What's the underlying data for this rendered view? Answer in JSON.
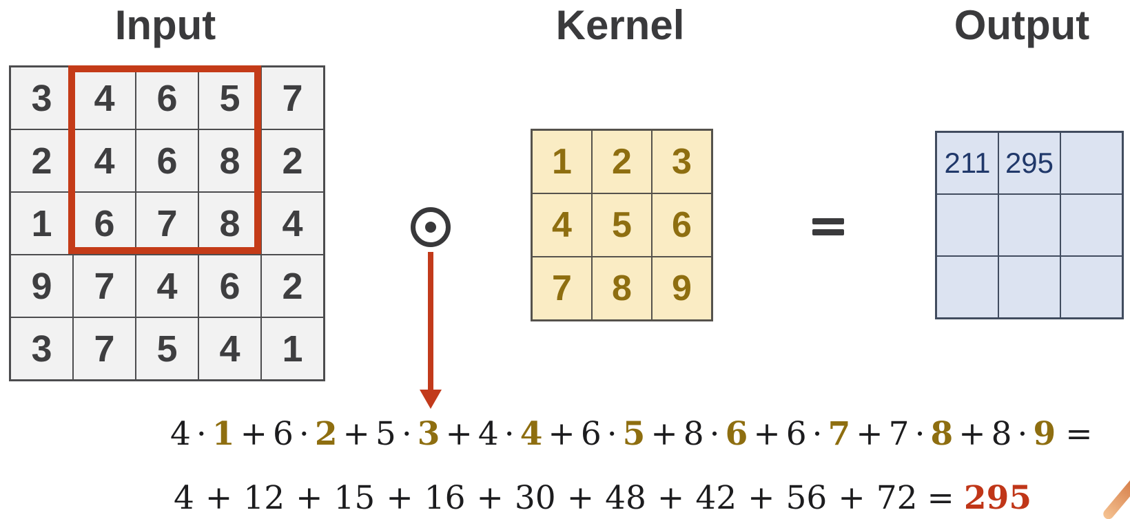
{
  "titles": {
    "input": "Input",
    "kernel": "Kernel",
    "output": "Output"
  },
  "input_grid": {
    "rows": [
      [
        "3",
        "4",
        "6",
        "5",
        "7"
      ],
      [
        "2",
        "4",
        "6",
        "8",
        "2"
      ],
      [
        "1",
        "6",
        "7",
        "8",
        "4"
      ],
      [
        "9",
        "7",
        "4",
        "6",
        "2"
      ],
      [
        "3",
        "7",
        "5",
        "4",
        "1"
      ]
    ],
    "highlight_window": {
      "row_start": 0,
      "row_end": 2,
      "col_start": 1,
      "col_end": 3
    }
  },
  "kernel_grid": {
    "rows": [
      [
        "1",
        "2",
        "3"
      ],
      [
        "4",
        "5",
        "6"
      ],
      [
        "7",
        "8",
        "9"
      ]
    ]
  },
  "output_grid": {
    "rows": [
      [
        "211",
        "295",
        ""
      ],
      [
        "",
        "",
        ""
      ],
      [
        "",
        "",
        ""
      ]
    ]
  },
  "operators": {
    "elementwise_product": "⊙",
    "equals": "=",
    "dot": "·",
    "plus": "+"
  },
  "equation": {
    "line1": {
      "pairs": [
        [
          "4",
          "1"
        ],
        [
          "6",
          "2"
        ],
        [
          "5",
          "3"
        ],
        [
          "4",
          "4"
        ],
        [
          "6",
          "5"
        ],
        [
          "8",
          "6"
        ],
        [
          "6",
          "7"
        ],
        [
          "7",
          "8"
        ],
        [
          "8",
          "9"
        ]
      ],
      "trailing": "="
    },
    "line2": {
      "terms": [
        "4",
        "12",
        "15",
        "16",
        "30",
        "48",
        "42",
        "56",
        "72"
      ],
      "result": "295"
    }
  },
  "colors": {
    "accent_red": "#c43b18",
    "result_red": "#c03618",
    "kernel_number_gold": "#8e6e10",
    "kernel_cell_bg": "#faecc4",
    "input_cell_bg": "#f2f2f2",
    "output_cell_bg": "#dce3f1",
    "output_number_navy": "#20386a",
    "text_charcoal": "#3a3a3c"
  }
}
